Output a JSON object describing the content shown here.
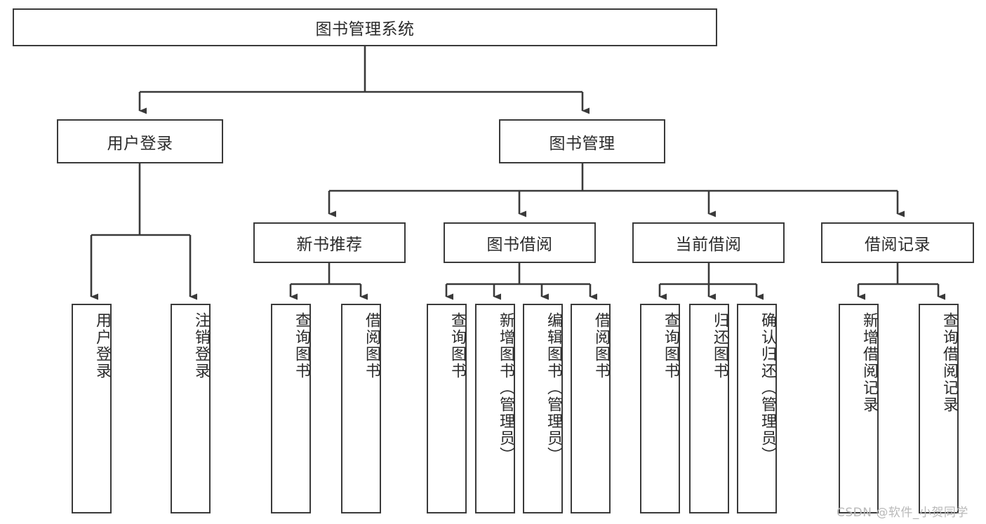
{
  "diagram": {
    "type": "tree",
    "title": "图书管理系统",
    "background_color": "#ffffff",
    "node_border_color": "#3a3a3a",
    "node_fill_color": "#ffffff",
    "text_color": "#2b2b2b",
    "edge_color": "#3a3a3a",
    "levels": 4,
    "nodes": {
      "root": {
        "label": "图书管理系统"
      },
      "level2": [
        {
          "id": "user-login",
          "label": "用户登录"
        },
        {
          "id": "book-manage",
          "label": "图书管理"
        }
      ],
      "level3": [
        {
          "id": "new-book-recommend",
          "label": "新书推荐",
          "parent": "book-manage"
        },
        {
          "id": "book-borrow",
          "label": "图书借阅",
          "parent": "book-manage"
        },
        {
          "id": "current-borrow",
          "label": "当前借阅",
          "parent": "book-manage"
        },
        {
          "id": "borrow-record",
          "label": "借阅记录",
          "parent": "book-manage"
        }
      ],
      "leaves": [
        {
          "id": "leaf-user-login",
          "label": "用户登录",
          "parent": "user-login"
        },
        {
          "id": "leaf-logout",
          "label": "注销登录",
          "parent": "user-login"
        },
        {
          "id": "leaf-query-book-1",
          "label": "查询图书",
          "parent": "new-book-recommend"
        },
        {
          "id": "leaf-borrow-book-1",
          "label": "借阅图书",
          "parent": "new-book-recommend"
        },
        {
          "id": "leaf-query-book-2",
          "label": "查询图书",
          "parent": "book-borrow"
        },
        {
          "id": "leaf-add-book",
          "label": "新增图书（管理员）",
          "parent": "book-borrow"
        },
        {
          "id": "leaf-edit-book",
          "label": "编辑图书（管理员）",
          "parent": "book-borrow"
        },
        {
          "id": "leaf-borrow-book-2",
          "label": "借阅图书",
          "parent": "book-borrow"
        },
        {
          "id": "leaf-query-book-3",
          "label": "查询图书",
          "parent": "current-borrow"
        },
        {
          "id": "leaf-return-book",
          "label": "归还图书",
          "parent": "current-borrow"
        },
        {
          "id": "leaf-confirm-return",
          "label": "确认归还（管理员）",
          "parent": "current-borrow"
        },
        {
          "id": "leaf-add-record",
          "label": "新增借阅记录",
          "parent": "borrow-record"
        },
        {
          "id": "leaf-query-record",
          "label": "查询借阅记录",
          "parent": "borrow-record"
        }
      ]
    }
  },
  "watermark": {
    "text": "CSDN @软件_小贺同学"
  }
}
